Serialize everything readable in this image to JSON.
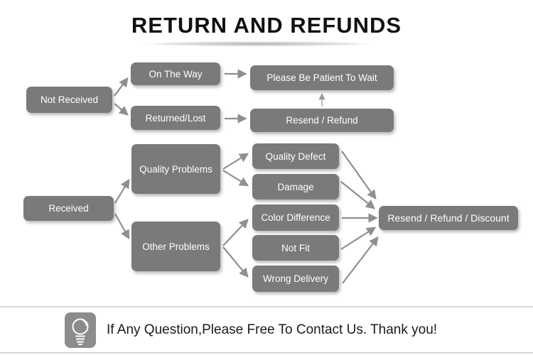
{
  "title": "RETURN AND REFUNDS",
  "colors": {
    "box": "#7a7a7a",
    "box_text": "#ffffff",
    "arrow": "#8f8f8f",
    "title": "#111111",
    "divider": "#d6d6d6",
    "icon_bg": "#8c8c8c"
  },
  "flowchart": {
    "nodes": {
      "not_received": {
        "label": "Not Received"
      },
      "on_the_way": {
        "label": "On The Way"
      },
      "returned_lost": {
        "label": "Returned/Lost"
      },
      "please_wait": {
        "label": "Please Be Patient To Wait"
      },
      "resend_refund": {
        "label": "Resend / Refund"
      },
      "received": {
        "label": "Received"
      },
      "quality_problems": {
        "label": "Quality Problems"
      },
      "other_problems": {
        "label": "Other Problems"
      },
      "quality_defect": {
        "label": "Quality Defect"
      },
      "damage": {
        "label": "Damage"
      },
      "color_difference": {
        "label": "Color Difference"
      },
      "not_fit": {
        "label": "Not Fit"
      },
      "wrong_delivery": {
        "label": "Wrong Delivery"
      },
      "resend_refund_discount": {
        "label": "Resend / Refund / Discount"
      }
    },
    "edges": [
      {
        "from": "not_received",
        "to": "on_the_way"
      },
      {
        "from": "not_received",
        "to": "returned_lost"
      },
      {
        "from": "on_the_way",
        "to": "please_wait"
      },
      {
        "from": "returned_lost",
        "to": "resend_refund"
      },
      {
        "from": "resend_refund",
        "to": "please_wait"
      },
      {
        "from": "received",
        "to": "quality_problems"
      },
      {
        "from": "received",
        "to": "other_problems"
      },
      {
        "from": "quality_problems",
        "to": "quality_defect"
      },
      {
        "from": "quality_problems",
        "to": "damage"
      },
      {
        "from": "other_problems",
        "to": "color_difference"
      },
      {
        "from": "other_problems",
        "to": "wrong_delivery"
      },
      {
        "from": "quality_defect",
        "to": "resend_refund_discount"
      },
      {
        "from": "damage",
        "to": "resend_refund_discount"
      },
      {
        "from": "color_difference",
        "to": "resend_refund_discount"
      },
      {
        "from": "not_fit",
        "to": "resend_refund_discount"
      },
      {
        "from": "wrong_delivery",
        "to": "resend_refund_discount"
      }
    ]
  },
  "footer": {
    "icon": "light-bulb-icon",
    "message": "If Any Question,Please Free To Contact Us. Thank you!"
  }
}
